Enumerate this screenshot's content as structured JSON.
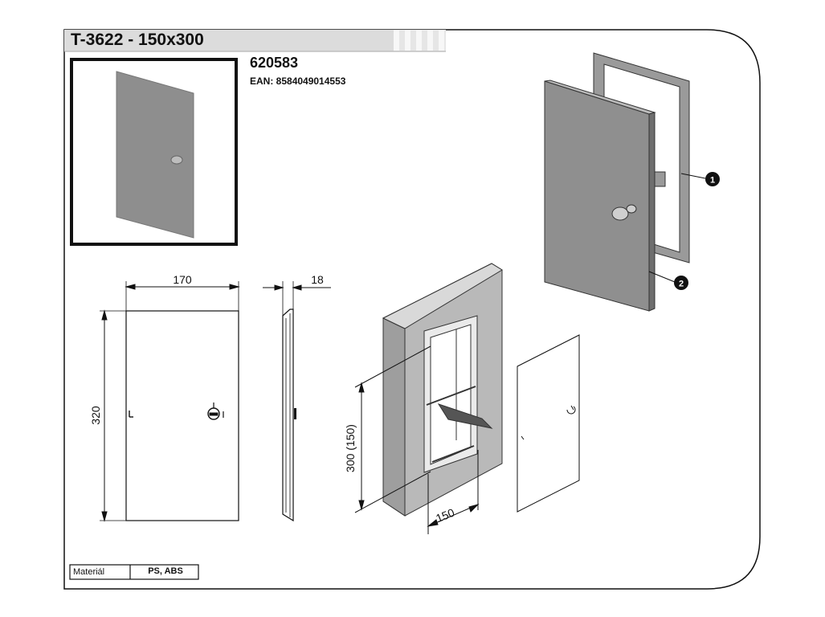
{
  "header": {
    "title": "T-3622 - 150x300",
    "code": "620583",
    "ean": "EAN: 8584049014553"
  },
  "dimensions": {
    "width": "170",
    "depth": "18",
    "height": "320",
    "opening_height": "300 (150)",
    "opening_width": "150"
  },
  "callouts": [
    "1",
    "2"
  ],
  "material": {
    "label": "Materiál",
    "value": "PS, ABS"
  }
}
